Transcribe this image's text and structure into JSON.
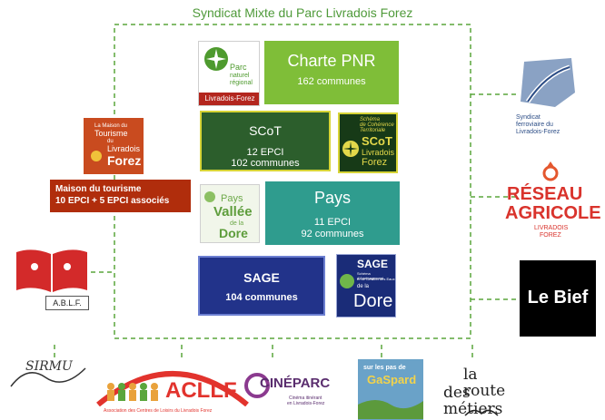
{
  "title": "Syndicat Mixte du Parc Livradois Forez",
  "charte": {
    "name": "Charte PNR",
    "detail": "162 communes"
  },
  "pnr_logo": {
    "line1": "Parc",
    "line2": "naturel",
    "line3": "régional",
    "line4": "Livradois-Forez"
  },
  "scot": {
    "name": "SCoT",
    "detail1": "12 EPCI",
    "detail2": "102 communes"
  },
  "scot_logo": {
    "line1": "Schéma",
    "line2": "de Cohérence",
    "line3": "Territoriale",
    "name": "SCoT",
    "line4": "Livradois",
    "line5": "Forez"
  },
  "pays": {
    "name": "Pays",
    "detail1": "11 EPCI",
    "detail2": "92 communes"
  },
  "pays_logo": {
    "line1": "Pays",
    "line2": "Vallée",
    "line3": "de la",
    "line4": "Dore"
  },
  "sage": {
    "name": "SAGE",
    "detail": "104 communes"
  },
  "sage_logo": {
    "name": "SAGE",
    "line1": "Schéma d'Aménagement",
    "line2": "et de Gestion des Eaux",
    "line3": "de la",
    "line4": "Dore"
  },
  "tourisme_logo": {
    "line1": "La Maison du",
    "line2": "Tourisme",
    "line3": "du",
    "line4": "Livradois",
    "line5": "Forez"
  },
  "tourisme": {
    "line1": "Maison du tourisme",
    "line2": "10 EPCI + 5 EPCI associés"
  },
  "ablf": {
    "label": "A.B.L.F."
  },
  "sirmu": {
    "label": "SIRMU"
  },
  "acllf": {
    "name": "ACLLF",
    "sub": "Association des Centres de Loisirs du Livradois Forez"
  },
  "cineparc": {
    "name": "CINÉPARC",
    "sub1": "Cinéma itinérant",
    "sub2": "en Livradois-Forez"
  },
  "gaspard": {
    "line1": "sur les pas de",
    "line2": "GaSpard"
  },
  "route": {
    "line1": "la route",
    "line2": "des métiers"
  },
  "ferroviaire": {
    "line1": "Syndicat",
    "line2": "ferroviaire du",
    "line3": "Livradois-Forez"
  },
  "reseau": {
    "line1": "RÉSEAU",
    "line2": "AGRICOLE",
    "line3": "LIVRADOIS",
    "line4": "FOREZ"
  },
  "lebief": {
    "label": "Le Bief"
  },
  "colors": {
    "green_line": "#5aa63c",
    "charte": "#7fbe38",
    "scot": "#2c5e2c",
    "pays": "#2f9c8e",
    "sage": "#22338a",
    "tourisme": "#b02d0c"
  }
}
